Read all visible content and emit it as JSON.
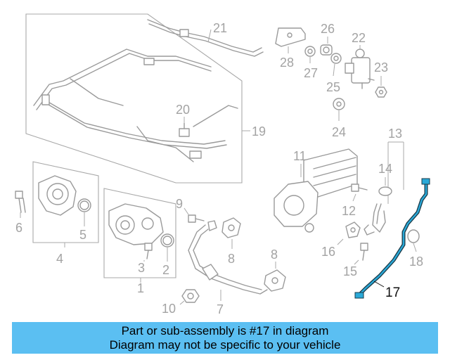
{
  "callouts": {
    "c1": "1",
    "c2": "2",
    "c3": "3",
    "c4": "4",
    "c5": "5",
    "c6": "6",
    "c7": "7",
    "c8a": "8",
    "c8b": "8",
    "c9": "9",
    "c10": "10",
    "c11": "11",
    "c12": "12",
    "c13": "13",
    "c14": "14",
    "c15": "15",
    "c16": "16",
    "c17": "17",
    "c18": "18",
    "c19": "19",
    "c20": "20",
    "c21": "21",
    "c22": "22",
    "c23": "23",
    "c24": "24",
    "c25": "25",
    "c26": "26",
    "c27": "27",
    "c28": "28"
  },
  "highlight_color": "#2aa9d8",
  "caption": {
    "line1": "Part or sub-assembly is #17 in diagram",
    "line2": "Diagram may not be specific to your vehicle",
    "background": "#5bbff2"
  }
}
